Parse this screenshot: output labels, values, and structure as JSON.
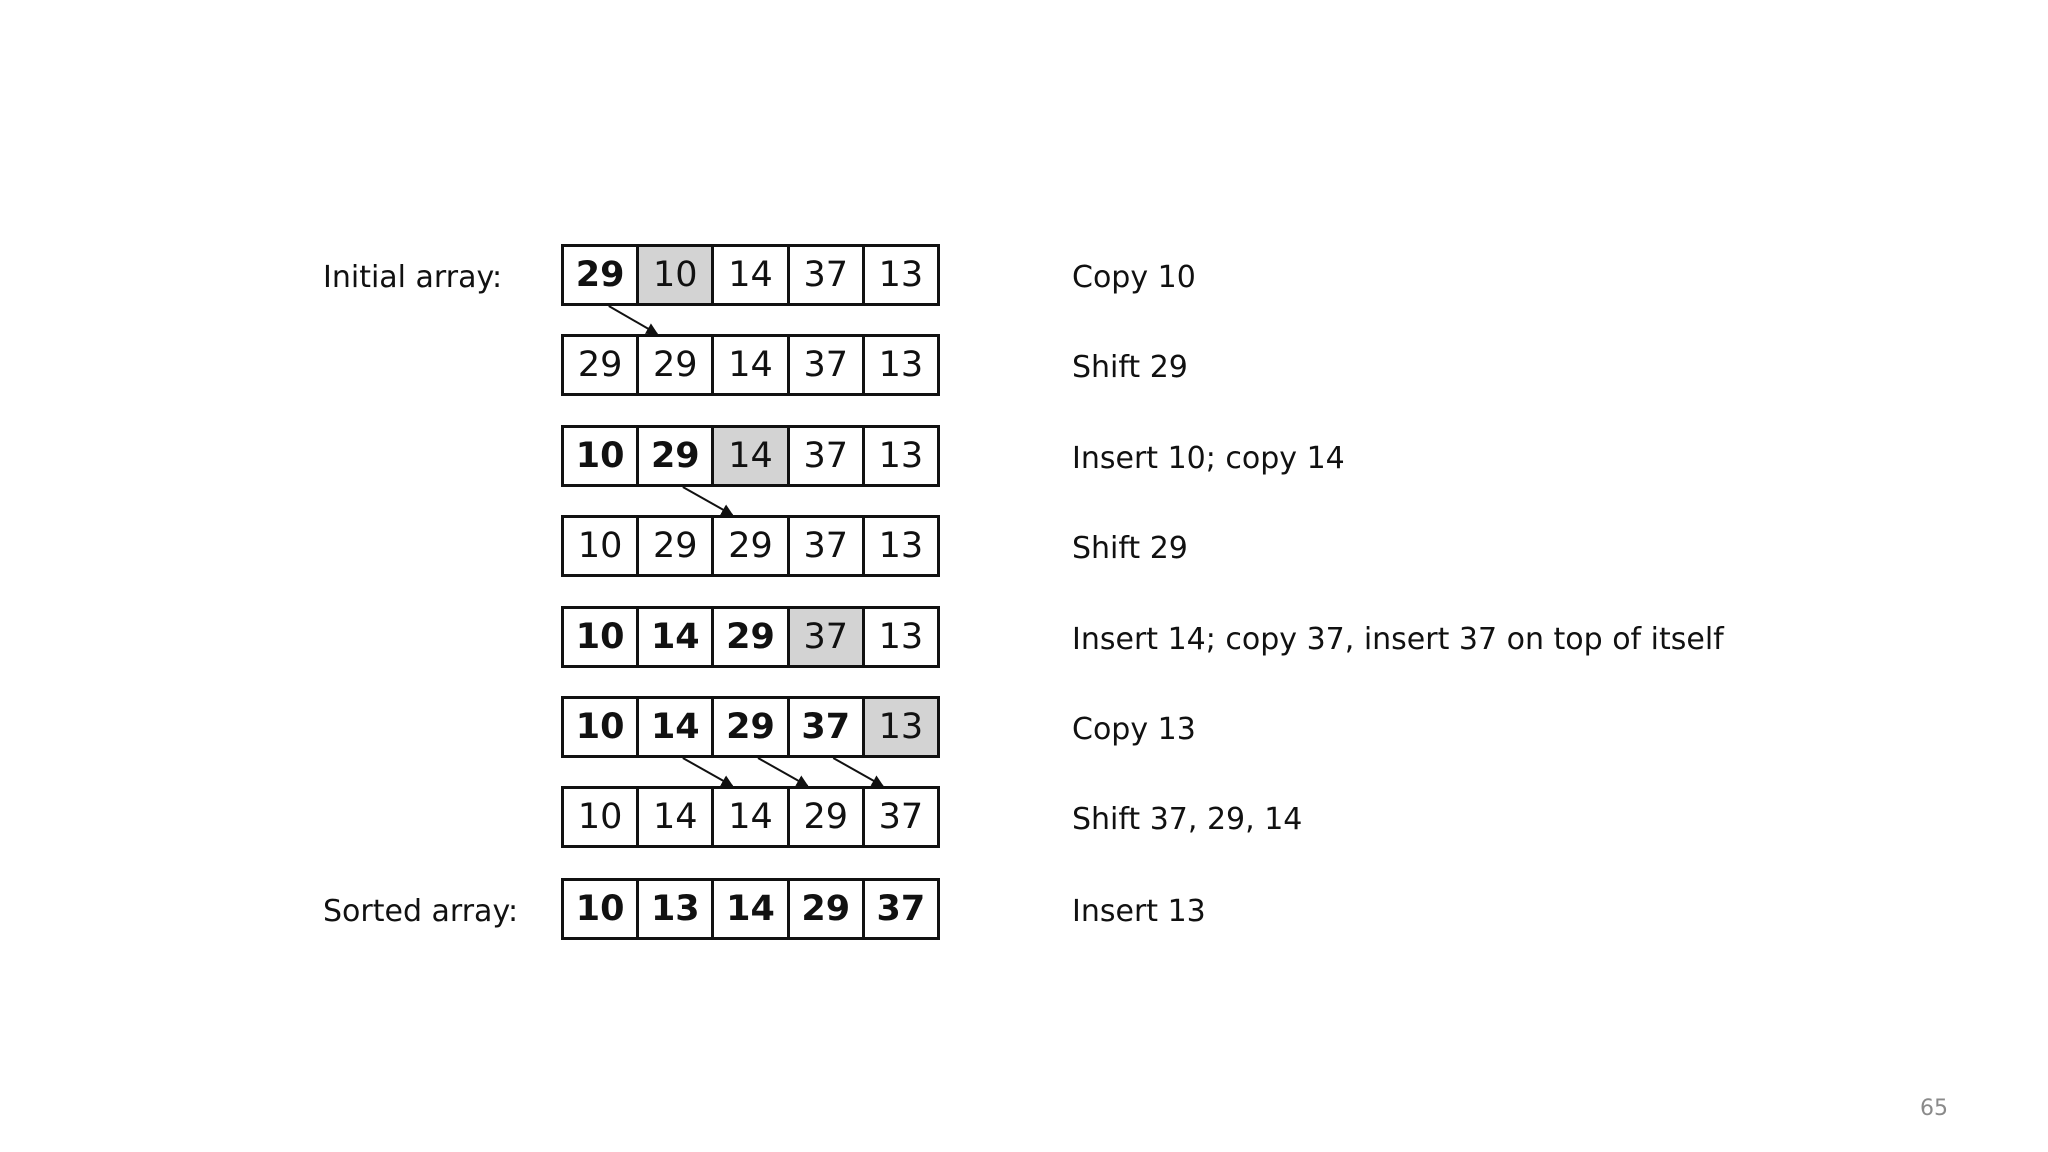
{
  "labels": {
    "initial": "Initial array:",
    "sorted": "Sorted array:"
  },
  "rows": [
    {
      "cells": [
        "29",
        "10",
        "14",
        "37",
        "13"
      ],
      "bold": [
        0
      ],
      "shaded": [
        1
      ],
      "note": "Copy 10",
      "label": "initial"
    },
    {
      "cells": [
        "29",
        "29",
        "14",
        "37",
        "13"
      ],
      "bold": [],
      "shaded": [],
      "note": "Shift 29",
      "arrows_from_prev": [
        [
          0,
          1
        ]
      ]
    },
    {
      "cells": [
        "10",
        "29",
        "14",
        "37",
        "13"
      ],
      "bold": [
        0,
        1
      ],
      "shaded": [
        2
      ],
      "note": "Insert 10; copy 14"
    },
    {
      "cells": [
        "10",
        "29",
        "29",
        "37",
        "13"
      ],
      "bold": [],
      "shaded": [],
      "note": "Shift 29",
      "arrows_from_prev": [
        [
          1,
          2
        ]
      ]
    },
    {
      "cells": [
        "10",
        "14",
        "29",
        "37",
        "13"
      ],
      "bold": [
        0,
        1,
        2
      ],
      "shaded": [
        3
      ],
      "note": "Insert 14; copy 37, insert 37 on top of itself"
    },
    {
      "cells": [
        "10",
        "14",
        "29",
        "37",
        "13"
      ],
      "bold": [
        0,
        1,
        2,
        3
      ],
      "shaded": [
        4
      ],
      "note": "Copy 13"
    },
    {
      "cells": [
        "10",
        "14",
        "14",
        "29",
        "37"
      ],
      "bold": [],
      "shaded": [],
      "note": "Shift 37, 29, 14",
      "arrows_from_prev": [
        [
          1,
          2
        ],
        [
          2,
          3
        ],
        [
          3,
          4
        ]
      ]
    },
    {
      "cells": [
        "10",
        "13",
        "14",
        "29",
        "37"
      ],
      "bold": [
        0,
        1,
        2,
        3,
        4
      ],
      "shaded": [],
      "note": "Insert 13",
      "label": "sorted"
    }
  ],
  "page_number": "65",
  "colors": {
    "shaded_cell": "#d3d3d3",
    "border": "#111111",
    "page_number": "#8a8a8a"
  }
}
